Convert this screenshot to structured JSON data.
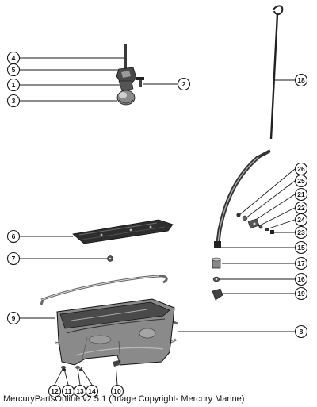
{
  "caption": "MercuryPartsOnline v2.5.1 (Image Copyright- Mercury Marine)",
  "colors": {
    "ink": "#1a1a1a",
    "part_dark": "#3a3a3a",
    "part_mid": "#7a7a7a",
    "part_light": "#b5b5b5"
  },
  "callouts": [
    {
      "id": "c4",
      "label": "4"
    },
    {
      "id": "c5",
      "label": "5"
    },
    {
      "id": "c1",
      "label": "1"
    },
    {
      "id": "c3",
      "label": "3"
    },
    {
      "id": "c2",
      "label": "2"
    },
    {
      "id": "c18",
      "label": "18"
    },
    {
      "id": "c26",
      "label": "26"
    },
    {
      "id": "c25",
      "label": "25"
    },
    {
      "id": "c21",
      "label": "21"
    },
    {
      "id": "c22",
      "label": "22"
    },
    {
      "id": "c24",
      "label": "24"
    },
    {
      "id": "c23",
      "label": "23"
    },
    {
      "id": "c6",
      "label": "6"
    },
    {
      "id": "c15",
      "label": "15"
    },
    {
      "id": "c7",
      "label": "7"
    },
    {
      "id": "c17",
      "label": "17"
    },
    {
      "id": "c16",
      "label": "16"
    },
    {
      "id": "c19",
      "label": "19"
    },
    {
      "id": "c9",
      "label": "9"
    },
    {
      "id": "c8",
      "label": "8"
    },
    {
      "id": "c12",
      "label": "12"
    },
    {
      "id": "c11",
      "label": "11"
    },
    {
      "id": "c13",
      "label": "13"
    },
    {
      "id": "c14",
      "label": "14"
    },
    {
      "id": "c10",
      "label": "10"
    }
  ]
}
